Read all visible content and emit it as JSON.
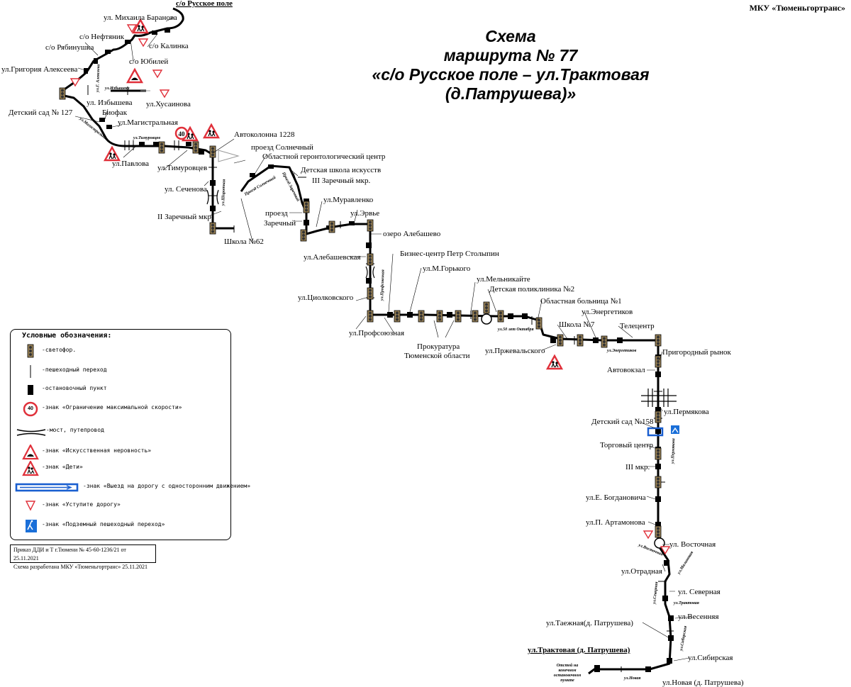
{
  "header": {
    "org": "МКУ «Тюменьгортранс»",
    "title_line1": "Схема",
    "title_line2": "маршрута № 77",
    "title_line3": "«с/о Русское поле – ул.Трактовая",
    "title_line4": "(д.Патрушева)»"
  },
  "legend": {
    "heading": "Условные обозначения:",
    "items": [
      {
        "icon": "traffic-light-icon",
        "label": "-светофор."
      },
      {
        "icon": "pedestrian-crossing-icon",
        "label": "-пешеходный переход"
      },
      {
        "icon": "bus-stop-icon",
        "label": "-остановочный пункт"
      },
      {
        "icon": "speed-limit-40-icon",
        "label": "-знак «Ограничение максимальной скорости»"
      },
      {
        "icon": "bridge-icon",
        "label": "-мост, путепровод"
      },
      {
        "icon": "speed-bump-sign-icon",
        "label": "-знак «Искусственная неровность»"
      },
      {
        "icon": "children-sign-icon",
        "label": "-знак «Дети»"
      },
      {
        "icon": "one-way-exit-sign-icon",
        "label": "-знак «Выезд на дорогу с односторонним движением»"
      },
      {
        "icon": "yield-sign-icon",
        "label": "-знак «Уступите дорогу»"
      },
      {
        "icon": "underpass-sign-icon",
        "label": "-знак «Подземный пешеходный переход»"
      }
    ],
    "speed_value": "40"
  },
  "order": {
    "line1": "Приказ ДДИ и Т г.Тюмени № 45-60-1236/21 от 25.11.2021",
    "line2": "Схема разработана МКУ «Тюменьгортранс» 25.11.2021"
  },
  "stops": {
    "russkoe_pole": "с/о Русское поле",
    "baranova": "ул. Михаила Баранова",
    "neftyanik": "с/о Нефтяник",
    "ryabinushka": "с/о Рябинушка",
    "kalinka": "с/о Калинка",
    "yubileyniy": "с/о Юбилей",
    "alekseeva": "ул.Григория Алексеева",
    "izbysheva": "ул. Избышева",
    "husainova": "ул.Хусаинова",
    "biofak": "Биофак",
    "ds127": "Детский сад № 127",
    "magistralnaya": "ул.Магистральная",
    "pavlova": "ул.Павлова",
    "timurovcev": "ул.Тимуровцев",
    "avtokolonna": "Автоколонна 1228",
    "solnechniy": "проезд Солнечный",
    "gerontolog": "Областной геронтологический центр",
    "dshi": "Детская школа искусств",
    "zarechniy3": "III Заречный мкр.",
    "sechenova": "ул. Сеченова",
    "zarechniy2": "II Заречный мкр.",
    "school62": "Школа №62",
    "proezd_zar1": "проезд",
    "proezd_zar2": "Заречный",
    "muravlenko": "ул.Муравленко",
    "ervie": "ул.Эрвье",
    "alebashevo": "озеро Алебашево",
    "alebashevskaya": "ул.Алебашевская",
    "stolypin": "Бизнес-центр Петр Столыпин",
    "gorkogo": "ул.М.Горького",
    "melnikayte": "ул.Мельникайте",
    "polyclinic2": "Детская поликлиника №2",
    "hospital1": "Областная больница №1",
    "ciolkovskogo": "ул.Циолковского",
    "profsoyuznaya": "ул.Профсоюзная",
    "prokuratura1": "Прокуратура",
    "prokuratura2": "Тюменской области",
    "energetikov": "ул.Энергетиков",
    "school7": "Школа №7",
    "telecentr": "Телецентр",
    "przhevalskogo": "ул.Пржевальского",
    "prigorodniy": "Пригородный рынок",
    "avtovokzal": "Автовокзал",
    "permyakova": "ул.Пермякова",
    "ds158": "Детский сад №158",
    "trade": "Торговый центр",
    "mkr3": "III мкр.",
    "bogdanovicha": "ул.Е. Богдановича",
    "artamonova": "ул.П. Артамонова",
    "vostochnaya": "ул. Восточная",
    "otradnaya": "ул.Отрадная",
    "severnaya": "ул. Северная",
    "vesennyaya": "ул.Весенняя",
    "taezhnaya": "ул.Таежная(д. Патрушева)",
    "traktovaya": "ул.Трактовая (д. Патрушева)",
    "sibirskaya": "ул.Сибирская",
    "novaya": "ул.Новая (д. Патрушева)",
    "otstoy1": "Отстой на",
    "otstoy2": "конечном",
    "otstoy3": "остановочном",
    "otstoy4": "пункте"
  },
  "streets": {
    "izbysheva": "ул.Избышева",
    "alekseeva": "ул.Г. Алексеева",
    "magistralnaya": "ул.Магистральная",
    "timurovcev": "ул.Тимуровцев",
    "shirotnaya": "ул.Широтная",
    "proezd_solnechniy": "Проезд Солнечный",
    "proezd_zarechniy": "Проезд Заречный",
    "profsoyuznaya": "ул.Профсоюзная",
    "let50": "ул.50 лет Октября",
    "energetikov": "ул.Энергетиков",
    "permyakova": "ул.Пермякова",
    "vostochnaya": "ул.Восточная",
    "malinovaya": "ул.Малиновая",
    "severnaya": "ул.Северная",
    "traktovaya": "ул.Трактовая",
    "sibirskaya": "ул.Сибирская",
    "novaya": "ул.Новая"
  }
}
